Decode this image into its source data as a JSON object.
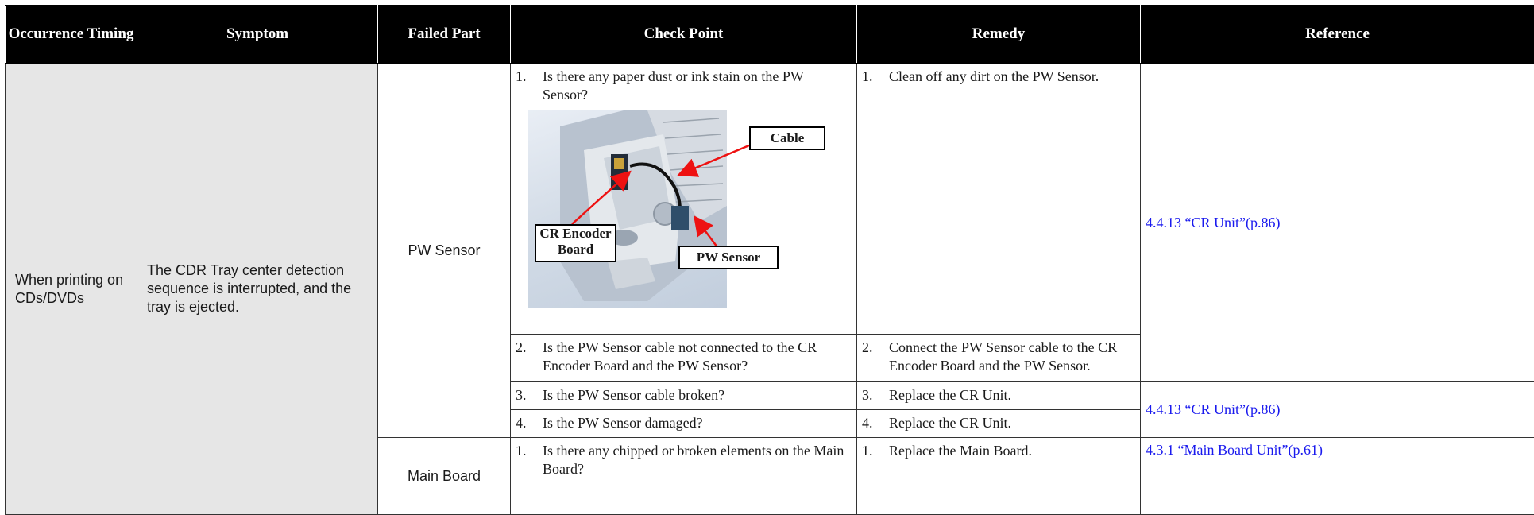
{
  "headers": [
    "Occurrence Timing",
    "Symptom",
    "Failed Part",
    "Check Point",
    "Remedy",
    "Reference"
  ],
  "occurrence_timing": "When printing on CDs/DVDs",
  "symptom": "The CDR Tray center detection sequence is interrupted, and the tray is ejected.",
  "parts": {
    "pw_sensor": "PW Sensor",
    "main_board": "Main Board"
  },
  "rows": [
    {
      "num": "1.",
      "check": "Is there any paper dust or ink stain on the PW Sensor?",
      "remedy_num": "1.",
      "remedy": "Clean off any dirt on the PW Sensor."
    },
    {
      "num": "2.",
      "check": "Is the PW Sensor cable not connected to the CR Encoder Board and the PW Sensor?",
      "remedy_num": "2.",
      "remedy": "Connect the PW Sensor cable to the CR Encoder Board and the PW Sensor."
    },
    {
      "num": "3.",
      "check": "Is the PW Sensor cable broken?",
      "remedy_num": "3.",
      "remedy": "Replace the CR Unit."
    },
    {
      "num": "4.",
      "check": "Is the PW Sensor damaged?",
      "remedy_num": "4.",
      "remedy": "Replace the CR Unit."
    },
    {
      "num": "1.",
      "check": "Is there any chipped or broken elements on the Main Board?",
      "remedy_num": "1.",
      "remedy": "Replace the Main Board."
    }
  ],
  "figure_labels": {
    "cable": "Cable",
    "cr_encoder_board": "CR Encoder Board",
    "pw_sensor": "PW Sensor"
  },
  "references": {
    "cr_unit_a": "4.4.13 “CR Unit”(p.86)",
    "cr_unit_b": "4.4.13 “CR Unit”(p.86)",
    "main_board": "4.3.1 “Main Board Unit”(p.61)"
  },
  "colors": {
    "header_bg": "#000000",
    "header_text": "#ffffff",
    "shaded_cell": "#e6e6e6",
    "link": "#1a1aee",
    "arrow": "#ee1111"
  }
}
